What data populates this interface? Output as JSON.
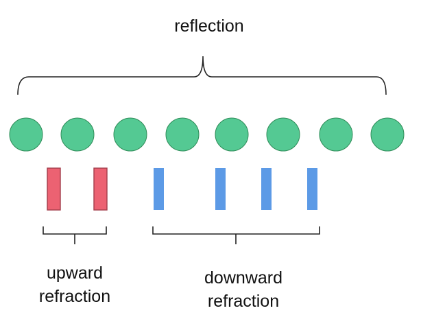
{
  "labels": {
    "reflection": "reflection",
    "upward_1": "upward",
    "upward_2": "refraction",
    "downward_1": "downward",
    "downward_2": "refraction"
  },
  "colors": {
    "circle_fill": "#54c993",
    "circle_stroke": "#2e8b57",
    "red_fill": "#ec6272",
    "red_stroke": "#a23d4b",
    "blue_fill": "#5c9ae6",
    "bracket": "#222222",
    "text": "#111111"
  },
  "shapes": {
    "circles": 8,
    "upward_bars": 2,
    "downward_bars": 4
  }
}
